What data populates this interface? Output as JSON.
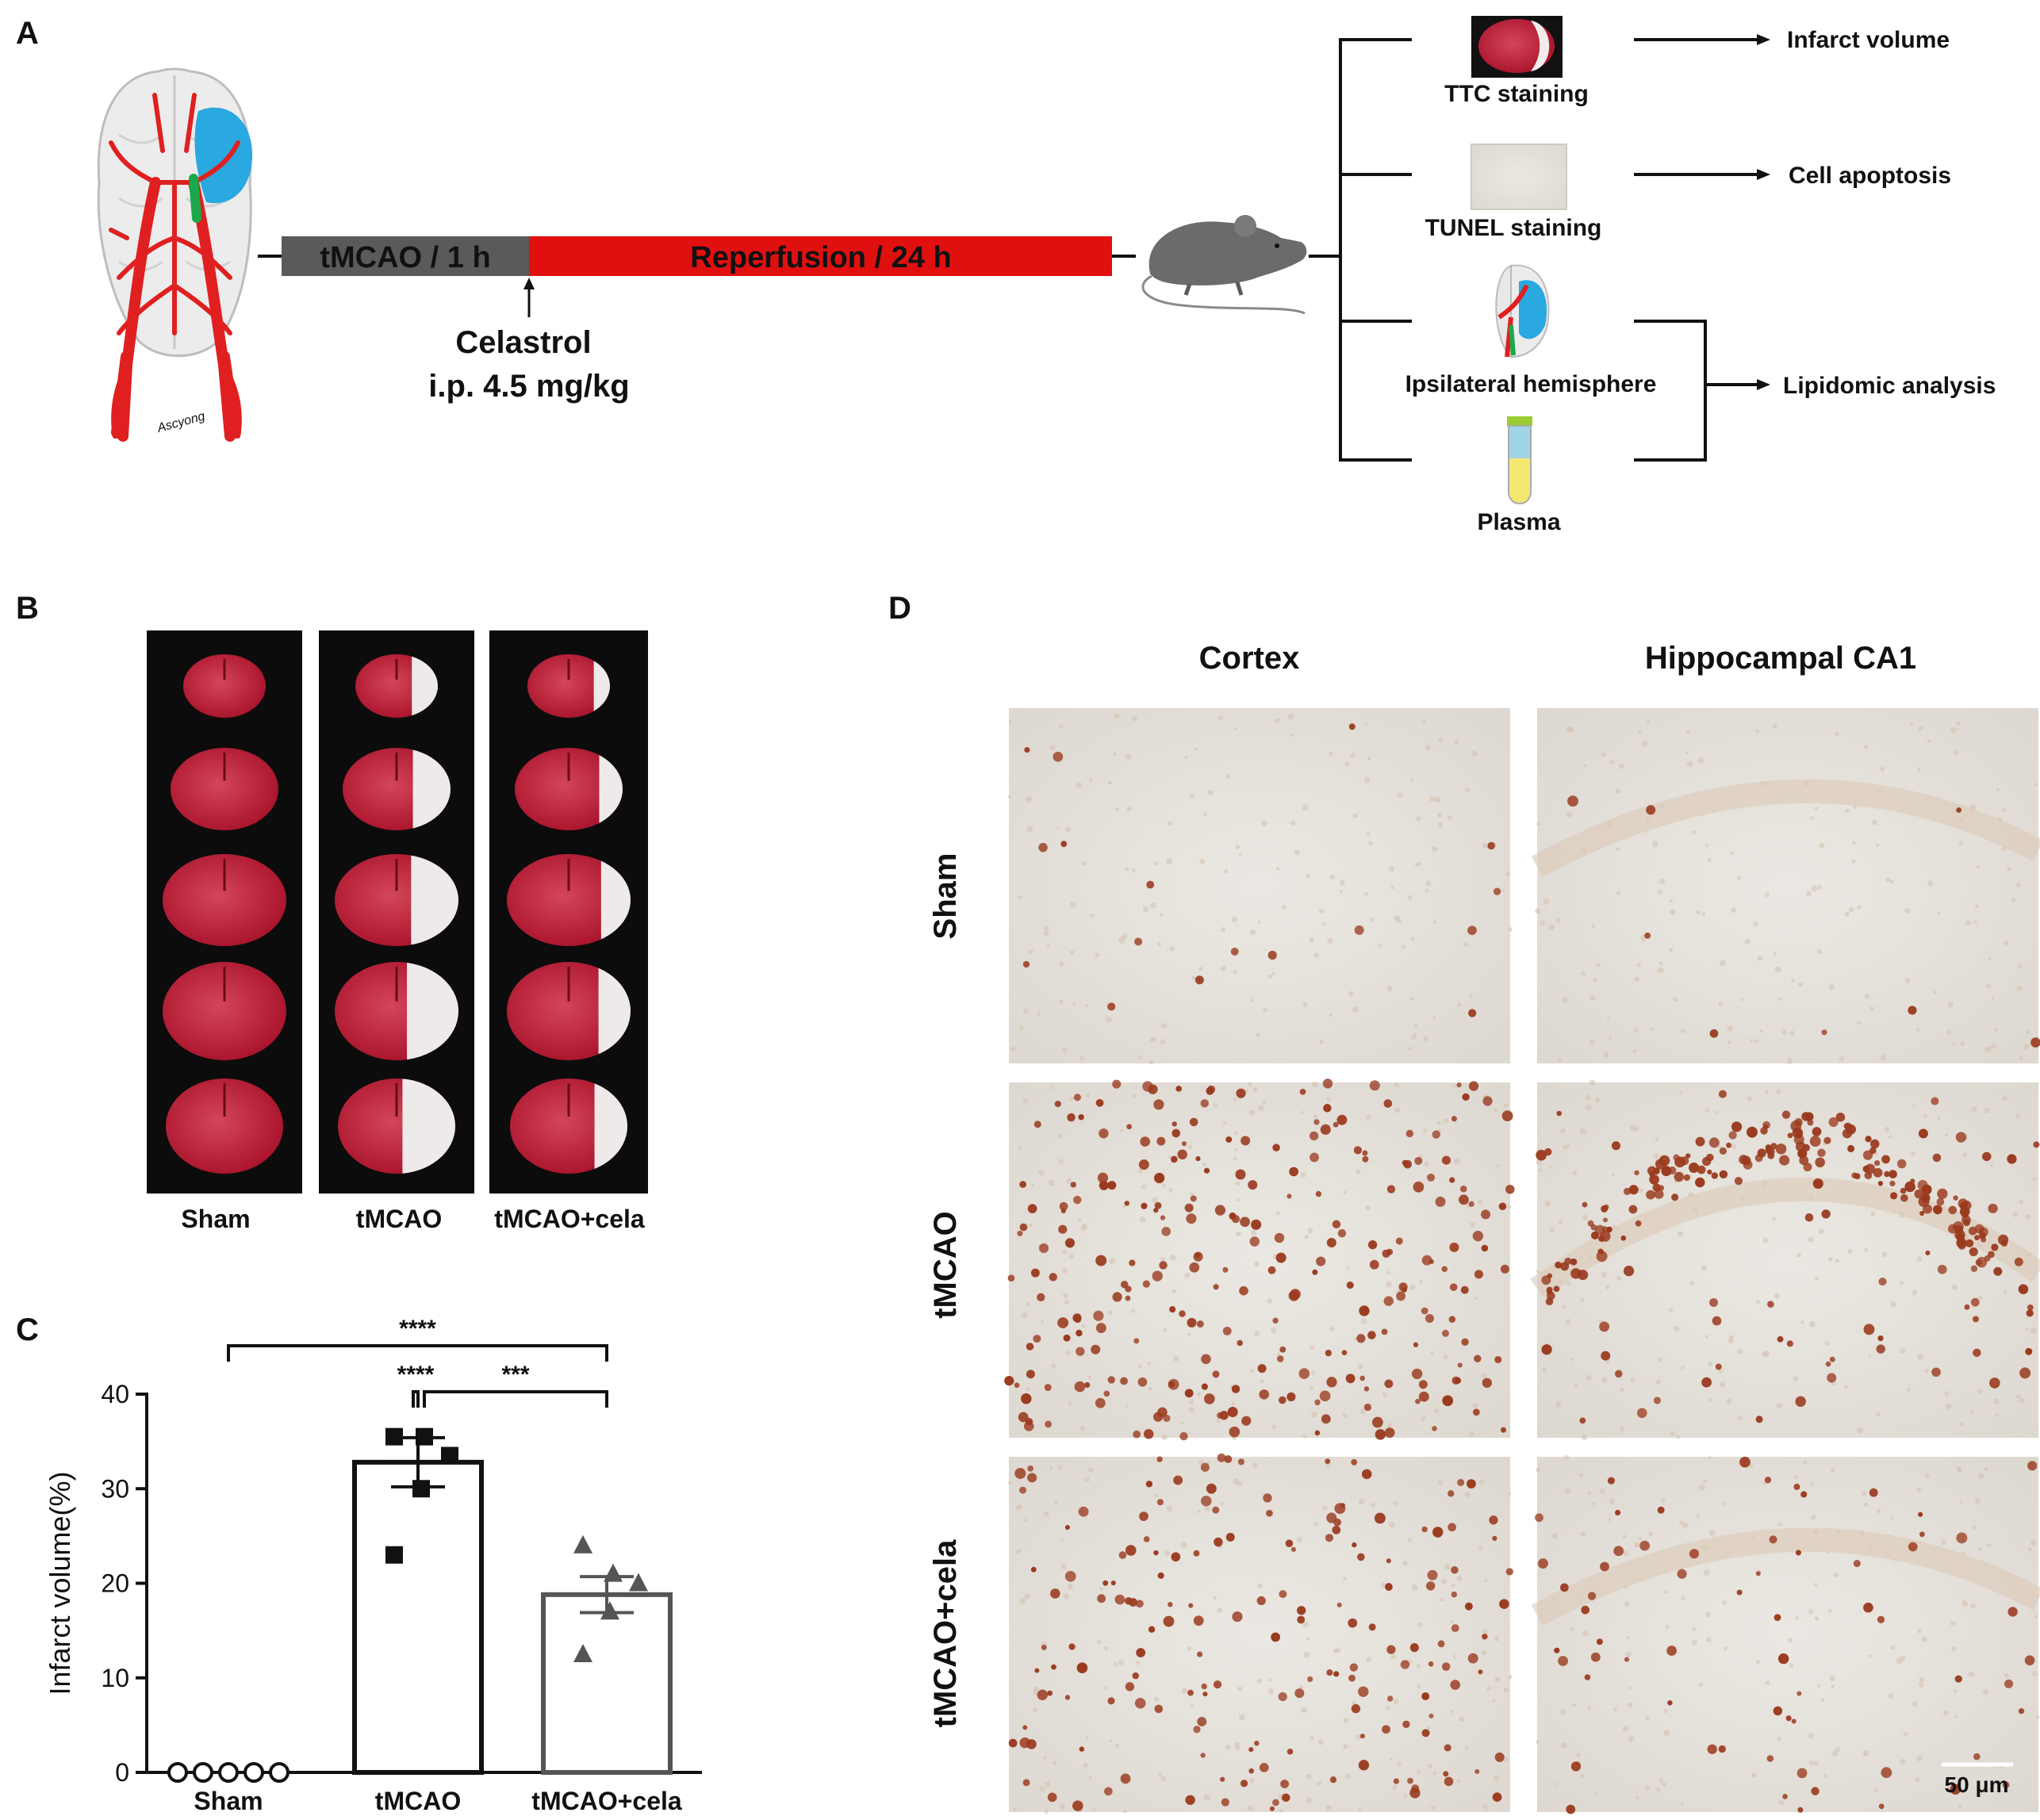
{
  "panels": {
    "A": "A",
    "B": "B",
    "C": "C",
    "D": "D"
  },
  "colors": {
    "tmcao_bar": "#5a5a5a",
    "reperfusion_bar": "#e01010",
    "brain_artery": "#e02020",
    "infarct_blue": "#2aa8e0",
    "occlusion_green": "#1aa84a",
    "ttc_red": "#b81c2a",
    "tunel_brown": "#9a3a1e",
    "tissue_bg": "#e7e4de"
  },
  "panelA": {
    "tmcao_label": "tMCAO / 1 h",
    "reperfusion_label": "Reperfusion / 24 h",
    "drug_line1": "Celastrol",
    "drug_line2": "i.p. 4.5 mg/kg",
    "signature": "Ascyong",
    "branches": [
      {
        "label": "TTC staining",
        "outcome": "Infarct volume"
      },
      {
        "label": "TUNEL staining",
        "outcome": "Cell apoptosis"
      },
      {
        "label": "Ipsilateral hemisphere",
        "outcome": "Lipidomic analysis"
      },
      {
        "label": "Plasma",
        "outcome": ""
      }
    ]
  },
  "panelB": {
    "groups": [
      "Sham",
      "tMCAO",
      "tMCAO+cela"
    ],
    "infarct_extent": [
      0.0,
      0.45,
      0.28
    ]
  },
  "chart_data": {
    "type": "bar",
    "categories": [
      "Sham",
      "tMCAO",
      "tMCAO+cela"
    ],
    "values": [
      0,
      32.8,
      18.8
    ],
    "sem": [
      0,
      2.6,
      1.9
    ],
    "points": [
      [
        0,
        0,
        0,
        0,
        0
      ],
      [
        35.5,
        35.5,
        33.5,
        30,
        23
      ],
      [
        24,
        21,
        20,
        17,
        12.5
      ]
    ],
    "markers": [
      "open-circle",
      "filled-square",
      "filled-triangle"
    ],
    "ylabel": "Infarct volume(%)",
    "xlabel": "",
    "ylim": [
      0,
      40
    ],
    "yticks": [
      0,
      10,
      20,
      30,
      40
    ],
    "significance": [
      {
        "from": 0,
        "to": 1,
        "label": "****"
      },
      {
        "from": 1,
        "to": 2,
        "label": "***"
      },
      {
        "from": 0,
        "to": 2,
        "label": "****"
      }
    ]
  },
  "panelD": {
    "columns": [
      "Cortex",
      "Hippocampal CA1"
    ],
    "rows": [
      "Sham",
      "tMCAO",
      "tMCAO+cela"
    ],
    "positive_cell_density": [
      [
        0.04,
        0.02
      ],
      [
        0.6,
        0.55
      ],
      [
        0.4,
        0.15
      ]
    ],
    "scalebar": "50 μm"
  }
}
